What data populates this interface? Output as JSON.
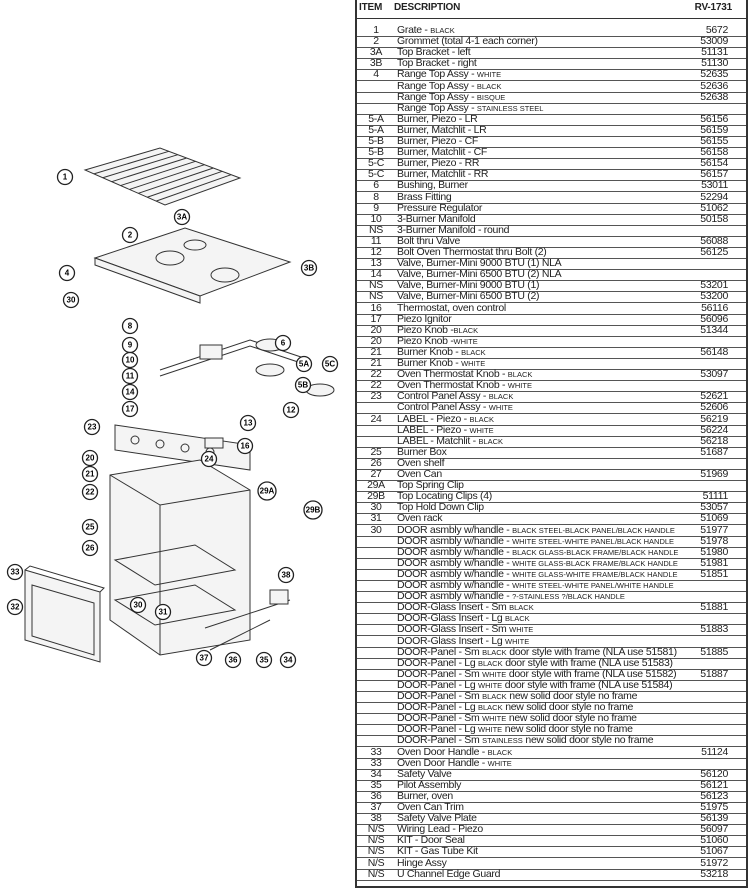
{
  "header": {
    "item": "ITEM",
    "description": "DESCRIPTION",
    "model": "RV-1731"
  },
  "rows": [
    {
      "i": "1",
      "d": "Grate - ",
      "n": "BLACK",
      "t": "",
      "p": "5672"
    },
    {
      "i": "2",
      "d": "Grommet (total 4-1 each corner)",
      "n": "",
      "t": "",
      "p": "53009"
    },
    {
      "i": "3A",
      "d": "Top Bracket - left",
      "n": "",
      "t": "",
      "p": "51131"
    },
    {
      "i": "3B",
      "d": "Top Bracket - right",
      "n": "",
      "t": "",
      "p": "51130"
    },
    {
      "i": "4",
      "d": "Range Top Assy - ",
      "n": "WHITE",
      "t": "",
      "p": "52635"
    },
    {
      "i": "",
      "d": "Range Top Assy - ",
      "n": "BLACK",
      "t": "",
      "p": "52636"
    },
    {
      "i": "",
      "d": "Range Top Assy - ",
      "n": "BISQUE",
      "t": "",
      "p": "52638"
    },
    {
      "i": "",
      "d": "Range Top Assy - ",
      "n": "STAINLESS STEEL",
      "t": "",
      "p": ""
    },
    {
      "i": "5-A",
      "d": "Burner, Piezo - LR",
      "n": "",
      "t": "",
      "p": "56156"
    },
    {
      "i": "5-A",
      "d": "Burner, Matchlit - LR",
      "n": "",
      "t": "",
      "p": "56159"
    },
    {
      "i": "5-B",
      "d": "Burner, Piezo - CF",
      "n": "",
      "t": "",
      "p": "56155"
    },
    {
      "i": "5-B",
      "d": "Burner, Matchlit - CF",
      "n": "",
      "t": "",
      "p": "56158"
    },
    {
      "i": "5-C",
      "d": "Burner, Piezo - RR",
      "n": "",
      "t": "",
      "p": "56154"
    },
    {
      "i": "5-C",
      "d": "Burner, Matchlit - RR",
      "n": "",
      "t": "",
      "p": "56157"
    },
    {
      "i": "6",
      "d": "Bushing, Burner",
      "n": "",
      "t": "",
      "p": "53011"
    },
    {
      "i": "8",
      "d": "Brass Fitting",
      "n": "",
      "t": "",
      "p": "52294"
    },
    {
      "i": "9",
      "d": "Pressure Regulator",
      "n": "",
      "t": "",
      "p": "51062"
    },
    {
      "i": "10",
      "d": "3-Burner Manifold",
      "n": "",
      "t": "",
      "p": "50158"
    },
    {
      "i": "NS",
      "d": "3-Burner Manifold - round",
      "n": "",
      "t": "",
      "p": ""
    },
    {
      "i": "11",
      "d": "Bolt thru Valve",
      "n": "",
      "t": "",
      "p": "56088"
    },
    {
      "i": "12",
      "d": "Bolt Oven Thermostat thru Bolt (2)",
      "n": "",
      "t": "",
      "p": "56125"
    },
    {
      "i": "13",
      "d": "Valve, Burner-Mini 9000 BTU (1) NLA",
      "n": "",
      "t": "",
      "p": ""
    },
    {
      "i": "14",
      "d": "Valve, Burner-Mini 6500 BTU (2) NLA",
      "n": "",
      "t": "",
      "p": ""
    },
    {
      "i": "NS",
      "d": "Valve, Burner-Mini 9000 BTU (1)",
      "n": "",
      "t": "",
      "p": "53201"
    },
    {
      "i": "NS",
      "d": "Valve, Burner-Mini 6500 BTU (2)",
      "n": "",
      "t": "",
      "p": "53200"
    },
    {
      "i": "16",
      "d": "Thermostat, oven control",
      "n": "",
      "t": "",
      "p": "56116"
    },
    {
      "i": "17",
      "d": "Piezo Ignitor",
      "n": "",
      "t": "",
      "p": "56096"
    },
    {
      "i": "20",
      "d": "Piezo Knob -",
      "n": "BLACK",
      "t": "",
      "p": "51344"
    },
    {
      "i": "20",
      "d": "Piezo Knob -",
      "n": "WHITE",
      "t": "",
      "p": ""
    },
    {
      "i": "21",
      "d": "Burner Knob - ",
      "n": "BLACK",
      "t": "",
      "p": "56148"
    },
    {
      "i": "21",
      "d": "Burner Knob - ",
      "n": "WHITE",
      "t": "",
      "p": ""
    },
    {
      "i": "22",
      "d": "Oven Thermostat Knob - ",
      "n": "BLACK",
      "t": "",
      "p": "53097"
    },
    {
      "i": "22",
      "d": "Oven Thermostat Knob - ",
      "n": "WHITE",
      "t": "",
      "p": ""
    },
    {
      "i": "23",
      "d": "Control Panel Assy - ",
      "n": "BLACK",
      "t": "",
      "p": "52621"
    },
    {
      "i": "",
      "d": "Control Panel Assy - ",
      "n": "WHITE",
      "t": "",
      "p": "52606"
    },
    {
      "i": "24",
      "d": "LABEL -  Piezo - ",
      "n": "BLACK",
      "t": "",
      "p": "56219"
    },
    {
      "i": "",
      "d": "LABEL -  Piezo - ",
      "n": "WHITE",
      "t": "",
      "p": "56224"
    },
    {
      "i": "",
      "d": "LABEL - Matchlit - ",
      "n": "BLACK",
      "t": "",
      "p": "56218"
    },
    {
      "i": "25",
      "d": "Burner Box",
      "n": "",
      "t": "",
      "p": "51687"
    },
    {
      "i": "26",
      "d": "Oven shelf",
      "n": "",
      "t": "",
      "p": ""
    },
    {
      "i": "27",
      "d": "Oven Can",
      "n": "",
      "t": "",
      "p": "51969"
    },
    {
      "i": "29A",
      "d": "Top Spring Clip",
      "n": "",
      "t": "",
      "p": ""
    },
    {
      "i": "29B",
      "d": "Top Locating Clips (4)",
      "n": "",
      "t": "",
      "p": "51111"
    },
    {
      "i": "30",
      "d": "Top Hold Down Clip",
      "n": "",
      "t": "",
      "p": "53057"
    },
    {
      "i": "31",
      "d": "Oven rack",
      "n": "",
      "t": "",
      "p": "51069"
    },
    {
      "i": "30",
      "d": "DOOR asmbly w/handle - ",
      "n": "BLACK STEEL-BLACK PANEL/BLACK HANDLE",
      "t": "",
      "p": "51977"
    },
    {
      "i": "",
      "d": "DOOR asmbly w/handle - ",
      "n": "WHITE STEEL-WHITE PANEL/BLACK HANDLE",
      "t": "",
      "p": "51978"
    },
    {
      "i": "",
      "d": "DOOR asmbly w/handle - ",
      "n": "BLACK GLASS-BLACK FRAME/BLACK HANDLE",
      "t": "",
      "p": "51980"
    },
    {
      "i": "",
      "d": "DOOR asmbly w/handle - ",
      "n": "WHITE GLASS-BLACK FRAME/BLACK HANDLE",
      "t": "",
      "p": "51981"
    },
    {
      "i": "",
      "d": "DOOR asmbly w/handle - ",
      "n": "WHITE GLASS-WHITE FRAME/BLACK HANDLE",
      "t": "",
      "p": "51851"
    },
    {
      "i": "",
      "d": "DOOR asmbly w/handle - ",
      "n": "WHITE STEEL-WHITE PANEL/WHITE HANDLE",
      "t": "",
      "p": ""
    },
    {
      "i": "",
      "d": "DOOR asmbly w/handle - ",
      "n": "?-STAINLESS ?/BLACK HANDLE",
      "t": "",
      "p": ""
    },
    {
      "i": "",
      "d": "DOOR-Glass Insert - Sm ",
      "n": "BLACK",
      "t": "",
      "p": "51881"
    },
    {
      "i": "",
      "d": "DOOR-Glass Insert - Lg ",
      "n": "BLACK",
      "t": "",
      "p": ""
    },
    {
      "i": "",
      "d": "DOOR-Glass Insert - Sm ",
      "n": "WHITE",
      "t": "",
      "p": "51883"
    },
    {
      "i": "",
      "d": "DOOR-Glass Insert - Lg ",
      "n": "WHITE",
      "t": "",
      "p": ""
    },
    {
      "i": "",
      "d": "DOOR-Panel - Sm ",
      "n": "BLACK",
      "t": " door style with frame (NLA use 51581)",
      "p": "51885"
    },
    {
      "i": "",
      "d": "DOOR-Panel - Lg ",
      "n": "BLACK",
      "t": " door style with frame (NLA use 51583)",
      "p": ""
    },
    {
      "i": "",
      "d": "DOOR-Panel - Sm ",
      "n": "WHITE",
      "t": " door style with frame (NLA use 51582)",
      "p": "51887"
    },
    {
      "i": "",
      "d": "DOOR-Panel - Lg ",
      "n": "WHITE",
      "t": " door style with frame  (NLA use 51584)",
      "p": ""
    },
    {
      "i": "",
      "d": "DOOR-Panel - Sm ",
      "n": "BLACK",
      "t": " new solid door style no frame",
      "p": ""
    },
    {
      "i": "",
      "d": "DOOR-Panel - Lg ",
      "n": "BLACK",
      "t": " new solid door style no frame",
      "p": ""
    },
    {
      "i": "",
      "d": "DOOR-Panel - Sm ",
      "n": "WHITE",
      "t": " new solid door style no frame",
      "p": ""
    },
    {
      "i": "",
      "d": "DOOR-Panel - Lg ",
      "n": "WHITE",
      "t": " new solid door style no frame",
      "p": ""
    },
    {
      "i": "",
      "d": "DOOR-Panel - Sm ",
      "n": "STAINLESS",
      "t": " new solid door style no frame",
      "p": ""
    },
    {
      "i": "33",
      "d": "Oven Door Handle - ",
      "n": "BLACK",
      "t": "",
      "p": "51124"
    },
    {
      "i": "33",
      "d": "Oven Door Handle - ",
      "n": "WHITE",
      "t": "",
      "p": ""
    },
    {
      "i": "34",
      "d": "Safety Valve",
      "n": "",
      "t": "",
      "p": "56120"
    },
    {
      "i": "35",
      "d": "Pilot Assembly",
      "n": "",
      "t": "",
      "p": "56121"
    },
    {
      "i": "36",
      "d": "Burner, oven",
      "n": "",
      "t": "",
      "p": "56123"
    },
    {
      "i": "37",
      "d": "Oven Can Trim",
      "n": "",
      "t": "",
      "p": "51975"
    },
    {
      "i": "38",
      "d": "Safety Valve Plate",
      "n": "",
      "t": "",
      "p": "56139"
    },
    {
      "i": "N/S",
      "d": "Wiring Lead - Piezo",
      "n": "",
      "t": "",
      "p": "56097"
    },
    {
      "i": "N/S",
      "d": "KIT - Door Seal",
      "n": "",
      "t": "",
      "p": "51060"
    },
    {
      "i": "N/S",
      "d": "KIT - Gas Tube Kit",
      "n": "",
      "t": "",
      "p": "51067"
    },
    {
      "i": "N/S",
      "d": "Hinge Assy",
      "n": "",
      "t": "",
      "p": "51972"
    },
    {
      "i": "N/S",
      "d": "U Channel Edge Guard",
      "n": "",
      "t": "",
      "p": "53218"
    }
  ],
  "diagram": {
    "callouts": [
      "1",
      "3A",
      "2",
      "3B",
      "4",
      "30",
      "6",
      "8",
      "5A",
      "5C",
      "9",
      "5B",
      "10",
      "11",
      "14",
      "12",
      "17",
      "13",
      "23",
      "16",
      "20",
      "24",
      "21",
      "22",
      "29A",
      "29B",
      "25",
      "26",
      "33",
      "38",
      "32",
      "30",
      "31",
      "37",
      "36",
      "35",
      "34"
    ]
  }
}
